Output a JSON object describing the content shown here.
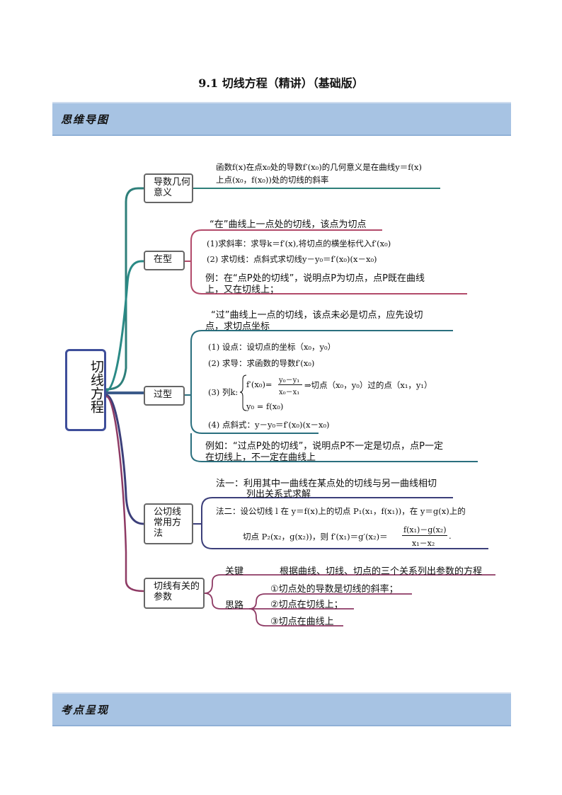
{
  "title": "9.1  切线方程（精讲）（基础版）",
  "sections": {
    "mindmap": "思维导图",
    "exam": "考点呈现"
  },
  "root": "切线方程",
  "branches": {
    "b1": {
      "label": "导数几何意义",
      "line1": "函数f(x)在点x₀处的导数f′(x₀)的几何意义是在曲线y＝f(x)",
      "line2": "上点(x₀，f(x₀))处的切线的斜率"
    },
    "b2": {
      "label": "在型",
      "head": "“在”曲线上一点处的切线，该点为切点",
      "s1": "(1)求斜率：求导k＝f′(x),将切点的横坐标代入f′(x₀)",
      "s2": "(2) 求切线：点斜式求切线y－y₀＝f′(x₀)(x－x₀)",
      "ex1": "例：在“点P处的切线”，说明点P为切点，点P既在曲线",
      "ex2": "上，又在切线上；"
    },
    "b3": {
      "label": "过型",
      "head1": "“过”曲线上一点的切线，该点未必是切点，应先设切",
      "head2": "点，求切点坐标",
      "s1": "(1) 设点：设切点的坐标（x₀，y₀）",
      "s2": "(2) 求导：求函数的导数f′(x₀)",
      "s3_label": "(3) 列k:",
      "s3_eq1a": "f′(x₀)=",
      "s3_num": "y₀－y₁",
      "s3_den": "x₀－x₁",
      "s3_eq1b": "⇒切点（x₀，y₀）过的点（x₁，y₁）",
      "s3_eq2": "y₀ = f(x₀)",
      "s4": "(4) 点斜式：y－y₀＝f′(x₀)(x－x₀)",
      "ex1": "例如：“过点P处的切线”，说明点P不一定是切点，点P一定",
      "ex2": "在切线上，不一定在曲线上"
    },
    "b4": {
      "label": "公切线常用方法",
      "m1a": "法一：利用其中一曲线在某点处的切线与另一曲线相切",
      "m1b": "列出关系式求解",
      "m2a": "法二：设公切线 l 在 y＝f(x)上的切点 P₁(x₁，f(x₁))，在 y＝g(x)上的",
      "m2b": "切点 P₂(x₂，g(x₂))，则 f′(x₁)＝g′(x₂)＝",
      "m2_num": "f(x₁)－g(x₂)",
      "m2_den": "x₁－x₂",
      "m2_end": "."
    },
    "b5": {
      "label": "切线有关的参数",
      "key": "关键",
      "key_text": "根据曲线、切线、切点的三个关系列出参数的方程",
      "idea": "思路",
      "i1": "①切点处的导数是切线的斜率；",
      "i2": "②切点在切线上；",
      "i3": "③切点在曲线上"
    }
  },
  "colors": {
    "c1": "#2e7f7a",
    "c2": "#b24a6a",
    "c3": "#2a6f7e",
    "c4": "#3c3f7a",
    "c5": "#8e3a64",
    "banner": "#a7c3e3"
  }
}
